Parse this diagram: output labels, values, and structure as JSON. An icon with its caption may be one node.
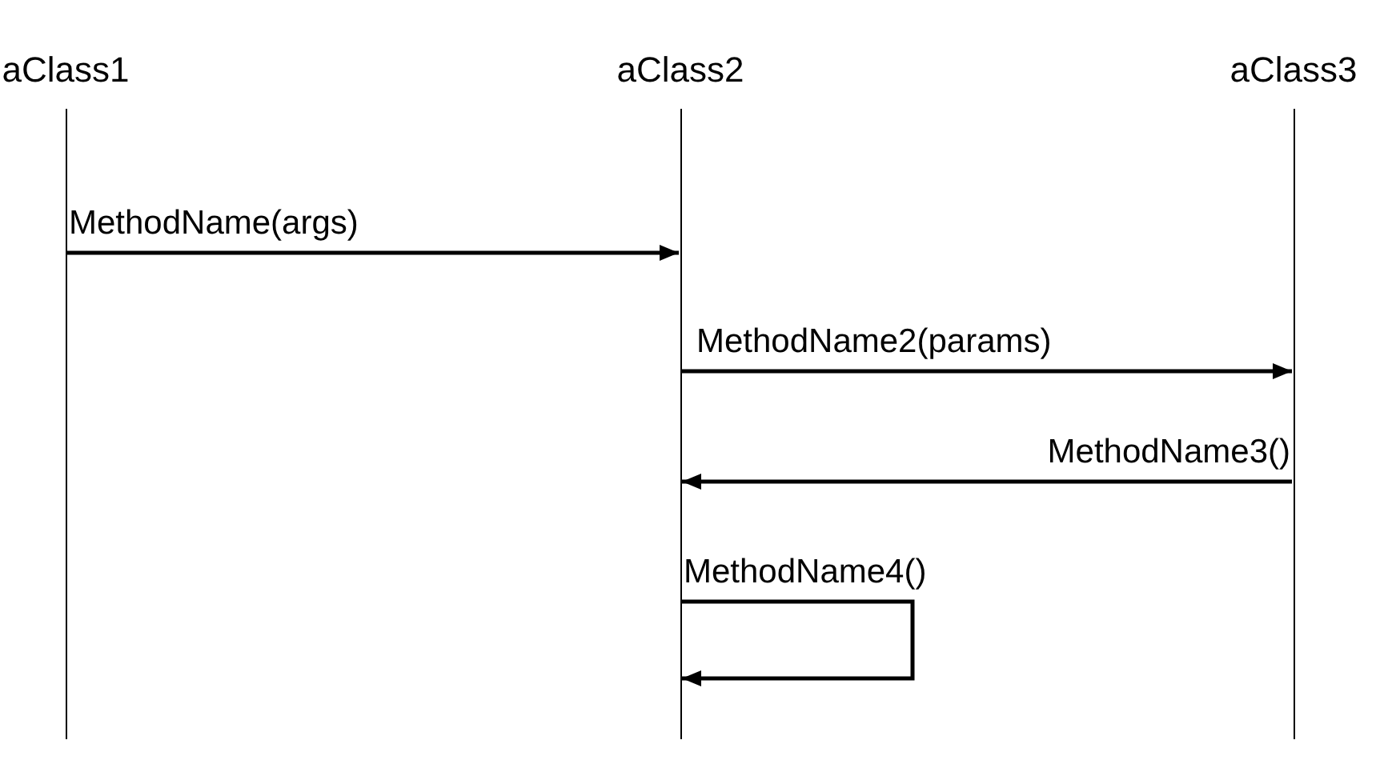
{
  "diagram": {
    "nodes": [
      {
        "text": [
          "aClass1"
        ]
      },
      {
        "text": [
          "aClass2"
        ]
      },
      {
        "text": [
          "aClass3"
        ]
      }
    ],
    "edges": [
      {
        "from": 0,
        "to": 1,
        "arrow": "to",
        "label": "MethodName(args)"
      },
      {
        "from": 1,
        "to": 2,
        "arrow": "to",
        "label": "MethodName2(params)"
      },
      {
        "from": 2,
        "to": 1,
        "arrow": "to",
        "label": "MethodName3()"
      },
      {
        "from": 1,
        "to": 1,
        "arrow": "to",
        "label": "MethodName4()"
      }
    ]
  }
}
